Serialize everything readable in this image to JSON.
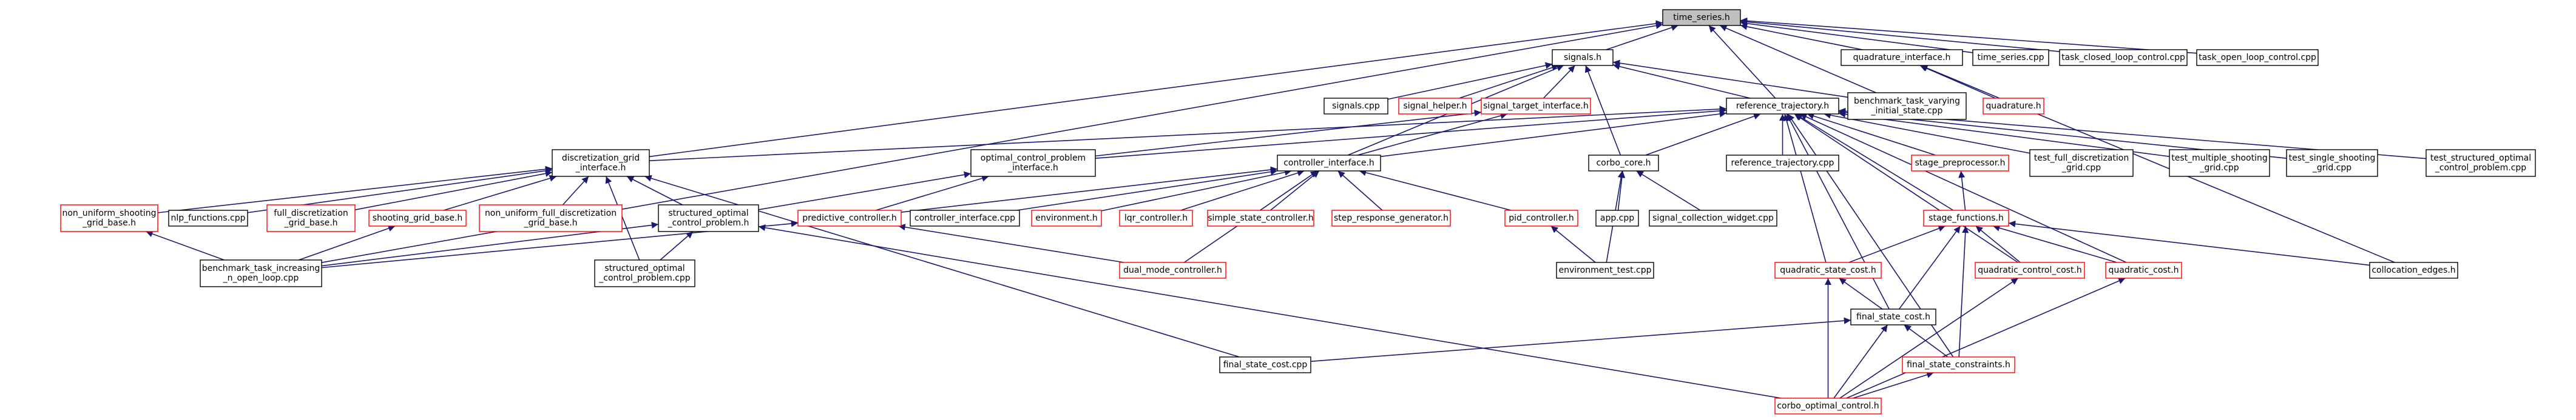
{
  "diagram": {
    "title": "",
    "nodes": [
      {
        "id": "time_series_h",
        "label": [
          "time_series.h"
        ],
        "style": "root"
      },
      {
        "id": "signals_h",
        "label": [
          "signals.h"
        ],
        "style": "normal"
      },
      {
        "id": "quadrature_interface_h",
        "label": [
          "quadrature_interface.h"
        ],
        "style": "normal"
      },
      {
        "id": "time_series_cpp",
        "label": [
          "time_series.cpp"
        ],
        "style": "normal"
      },
      {
        "id": "task_closed_loop_control_cpp",
        "label": [
          "task_closed_loop_control.cpp"
        ],
        "style": "normal"
      },
      {
        "id": "task_open_loop_control_cpp",
        "label": [
          "task_open_loop_control.cpp"
        ],
        "style": "normal"
      },
      {
        "id": "signals_cpp",
        "label": [
          "signals.cpp"
        ],
        "style": "normal"
      },
      {
        "id": "signal_helper_h",
        "label": [
          "signal_helper.h"
        ],
        "style": "missing"
      },
      {
        "id": "signal_target_interface_h",
        "label": [
          "signal_target_interface.h"
        ],
        "style": "missing"
      },
      {
        "id": "reference_trajectory_h",
        "label": [
          "reference_trajectory.h"
        ],
        "style": "normal"
      },
      {
        "id": "benchmark_task_varying_initial_state_cpp",
        "label": [
          "benchmark_task_varying",
          "_initial_state.cpp"
        ],
        "style": "normal"
      },
      {
        "id": "quadrature_h",
        "label": [
          "quadrature.h"
        ],
        "style": "missing"
      },
      {
        "id": "discretization_grid_interface_h",
        "label": [
          "discretization_grid",
          "_interface.h"
        ],
        "style": "normal"
      },
      {
        "id": "optimal_control_problem_interface_h",
        "label": [
          "optimal_control_problem",
          "_interface.h"
        ],
        "style": "normal"
      },
      {
        "id": "controller_interface_h",
        "label": [
          "controller_interface.h"
        ],
        "style": "normal"
      },
      {
        "id": "corbo_core_h",
        "label": [
          "corbo_core.h"
        ],
        "style": "normal"
      },
      {
        "id": "reference_trajectory_cpp",
        "label": [
          "reference_trajectory.cpp"
        ],
        "style": "normal"
      },
      {
        "id": "stage_preprocessor_h",
        "label": [
          "stage_preprocessor.h"
        ],
        "style": "missing"
      },
      {
        "id": "test_full_discretization_grid_cpp",
        "label": [
          "test_full_discretization",
          "_grid.cpp"
        ],
        "style": "normal"
      },
      {
        "id": "test_multiple_shooting_grid_cpp",
        "label": [
          "test_multiple_shooting",
          "_grid.cpp"
        ],
        "style": "normal"
      },
      {
        "id": "test_single_shooting_grid_cpp",
        "label": [
          "test_single_shooting",
          "_grid.cpp"
        ],
        "style": "normal"
      },
      {
        "id": "test_structured_optimal_control_problem_cpp",
        "label": [
          "test_structured_optimal",
          "_control_problem.cpp"
        ],
        "style": "normal"
      },
      {
        "id": "non_uniform_shooting_grid_base_h",
        "label": [
          "non_uniform_shooting",
          "_grid_base.h"
        ],
        "style": "missing"
      },
      {
        "id": "nlp_functions_cpp",
        "label": [
          "nlp_functions.cpp"
        ],
        "style": "normal"
      },
      {
        "id": "full_discretization_grid_base_h",
        "label": [
          "full_discretization",
          "_grid_base.h"
        ],
        "style": "missing"
      },
      {
        "id": "shooting_grid_base_h",
        "label": [
          "shooting_grid_base.h"
        ],
        "style": "missing"
      },
      {
        "id": "non_uniform_full_discretization_grid_base_h",
        "label": [
          "non_uniform_full_discretization",
          "_grid_base.h"
        ],
        "style": "missing"
      },
      {
        "id": "structured_optimal_control_problem_h",
        "label": [
          "structured_optimal",
          "_control_problem.h"
        ],
        "style": "normal"
      },
      {
        "id": "predictive_controller_h",
        "label": [
          "predictive_controller.h"
        ],
        "style": "missing"
      },
      {
        "id": "controller_interface_cpp",
        "label": [
          "controller_interface.cpp"
        ],
        "style": "normal"
      },
      {
        "id": "environment_h",
        "label": [
          "environment.h"
        ],
        "style": "missing"
      },
      {
        "id": "lqr_controller_h",
        "label": [
          "lqr_controller.h"
        ],
        "style": "missing"
      },
      {
        "id": "simple_state_controller_h",
        "label": [
          "simple_state_controller.h"
        ],
        "style": "missing"
      },
      {
        "id": "step_response_generator_h",
        "label": [
          "step_response_generator.h"
        ],
        "style": "missing"
      },
      {
        "id": "pid_controller_h",
        "label": [
          "pid_controller.h"
        ],
        "style": "missing"
      },
      {
        "id": "app_cpp",
        "label": [
          "app.cpp"
        ],
        "style": "normal"
      },
      {
        "id": "signal_collection_widget_cpp",
        "label": [
          "signal_collection_widget.cpp"
        ],
        "style": "normal"
      },
      {
        "id": "stage_functions_h",
        "label": [
          "stage_functions.h"
        ],
        "style": "missing"
      },
      {
        "id": "benchmark_task_increasing_n_open_loop_cpp",
        "label": [
          "benchmark_task_increasing",
          "_n_open_loop.cpp"
        ],
        "style": "normal"
      },
      {
        "id": "structured_optimal_control_problem_cpp",
        "label": [
          "structured_optimal",
          "_control_problem.cpp"
        ],
        "style": "normal"
      },
      {
        "id": "dual_mode_controller_h",
        "label": [
          "dual_mode_controller.h"
        ],
        "style": "missing"
      },
      {
        "id": "environment_test_cpp",
        "label": [
          "environment_test.cpp"
        ],
        "style": "normal"
      },
      {
        "id": "quadratic_state_cost_h",
        "label": [
          "quadratic_state_cost.h"
        ],
        "style": "missing"
      },
      {
        "id": "quadratic_control_cost_h",
        "label": [
          "quadratic_control_cost.h"
        ],
        "style": "missing"
      },
      {
        "id": "quadratic_cost_h",
        "label": [
          "quadratic_cost.h"
        ],
        "style": "missing"
      },
      {
        "id": "collocation_edges_h",
        "label": [
          "collocation_edges.h"
        ],
        "style": "normal"
      },
      {
        "id": "final_state_cost_h",
        "label": [
          "final_state_cost.h"
        ],
        "style": "normal"
      },
      {
        "id": "final_state_cost_cpp",
        "label": [
          "final_state_cost.cpp"
        ],
        "style": "normal"
      },
      {
        "id": "final_state_constraints_h",
        "label": [
          "final_state_constraints.h"
        ],
        "style": "missing"
      },
      {
        "id": "corbo_optimal_control_h",
        "label": [
          "corbo_optimal_control.h"
        ],
        "style": "missing"
      }
    ],
    "edges": [
      [
        "time_series_h",
        "signals_h"
      ],
      [
        "time_series_h",
        "quadrature_interface_h"
      ],
      [
        "time_series_h",
        "time_series_cpp"
      ],
      [
        "time_series_h",
        "task_closed_loop_control_cpp"
      ],
      [
        "time_series_h",
        "task_open_loop_control_cpp"
      ],
      [
        "time_series_h",
        "reference_trajectory_h"
      ],
      [
        "time_series_h",
        "benchmark_task_varying_initial_state_cpp"
      ],
      [
        "time_series_h",
        "discretization_grid_interface_h"
      ],
      [
        "time_series_h",
        "benchmark_task_increasing_n_open_loop_cpp"
      ],
      [
        "signals_h",
        "signals_cpp"
      ],
      [
        "signals_h",
        "signal_helper_h"
      ],
      [
        "signals_h",
        "signal_target_interface_h"
      ],
      [
        "signals_h",
        "reference_trajectory_h"
      ],
      [
        "signals_h",
        "benchmark_task_varying_initial_state_cpp"
      ],
      [
        "signals_h",
        "corbo_core_h"
      ],
      [
        "signals_h",
        "controller_interface_h"
      ],
      [
        "quadrature_interface_h",
        "quadrature_h"
      ],
      [
        "quadrature_interface_h",
        "collocation_edges_h"
      ],
      [
        "signal_target_interface_h",
        "optimal_control_problem_interface_h"
      ],
      [
        "signal_target_interface_h",
        "controller_interface_h"
      ],
      [
        "reference_trajectory_h",
        "reference_trajectory_cpp"
      ],
      [
        "reference_trajectory_h",
        "stage_preprocessor_h"
      ],
      [
        "reference_trajectory_h",
        "test_full_discretization_grid_cpp"
      ],
      [
        "reference_trajectory_h",
        "test_multiple_shooting_grid_cpp"
      ],
      [
        "reference_trajectory_h",
        "test_single_shooting_grid_cpp"
      ],
      [
        "reference_trajectory_h",
        "test_structured_optimal_control_problem_cpp"
      ],
      [
        "reference_trajectory_h",
        "discretization_grid_interface_h"
      ],
      [
        "reference_trajectory_h",
        "optimal_control_problem_interface_h"
      ],
      [
        "reference_trajectory_h",
        "controller_interface_h"
      ],
      [
        "reference_trajectory_h",
        "corbo_core_h"
      ],
      [
        "reference_trajectory_h",
        "stage_functions_h"
      ],
      [
        "reference_trajectory_h",
        "quadratic_state_cost_h"
      ],
      [
        "reference_trajectory_h",
        "quadratic_control_cost_h"
      ],
      [
        "reference_trajectory_h",
        "quadratic_cost_h"
      ],
      [
        "reference_trajectory_h",
        "final_state_cost_h"
      ],
      [
        "reference_trajectory_h",
        "final_state_constraints_h"
      ],
      [
        "discretization_grid_interface_h",
        "non_uniform_shooting_grid_base_h"
      ],
      [
        "discretization_grid_interface_h",
        "nlp_functions_cpp"
      ],
      [
        "discretization_grid_interface_h",
        "full_discretization_grid_base_h"
      ],
      [
        "discretization_grid_interface_h",
        "shooting_grid_base_h"
      ],
      [
        "discretization_grid_interface_h",
        "non_uniform_full_discretization_grid_base_h"
      ],
      [
        "discretization_grid_interface_h",
        "structured_optimal_control_problem_h"
      ],
      [
        "discretization_grid_interface_h",
        "structured_optimal_control_problem_cpp"
      ],
      [
        "discretization_grid_interface_h",
        "final_state_cost_cpp"
      ],
      [
        "optimal_control_problem_interface_h",
        "structured_optimal_control_problem_h"
      ],
      [
        "optimal_control_problem_interface_h",
        "predictive_controller_h"
      ],
      [
        "controller_interface_h",
        "controller_interface_cpp"
      ],
      [
        "controller_interface_h",
        "environment_h"
      ],
      [
        "controller_interface_h",
        "lqr_controller_h"
      ],
      [
        "controller_interface_h",
        "simple_state_controller_h"
      ],
      [
        "controller_interface_h",
        "step_response_generator_h"
      ],
      [
        "controller_interface_h",
        "pid_controller_h"
      ],
      [
        "controller_interface_h",
        "predictive_controller_h"
      ],
      [
        "controller_interface_h",
        "dual_mode_controller_h"
      ],
      [
        "corbo_core_h",
        "app_cpp"
      ],
      [
        "corbo_core_h",
        "signal_collection_widget_cpp"
      ],
      [
        "corbo_core_h",
        "environment_test_cpp"
      ],
      [
        "stage_preprocessor_h",
        "stage_functions_h"
      ],
      [
        "non_uniform_shooting_grid_base_h",
        "benchmark_task_increasing_n_open_loop_cpp"
      ],
      [
        "shooting_grid_base_h",
        "benchmark_task_increasing_n_open_loop_cpp"
      ],
      [
        "structured_optimal_control_problem_h",
        "structured_optimal_control_problem_cpp"
      ],
      [
        "structured_optimal_control_problem_h",
        "benchmark_task_increasing_n_open_loop_cpp"
      ],
      [
        "structured_optimal_control_problem_h",
        "corbo_optimal_control_h"
      ],
      [
        "predictive_controller_h",
        "dual_mode_controller_h"
      ],
      [
        "predictive_controller_h",
        "benchmark_task_increasing_n_open_loop_cpp"
      ],
      [
        "pid_controller_h",
        "environment_test_cpp"
      ],
      [
        "stage_functions_h",
        "quadratic_state_cost_h"
      ],
      [
        "stage_functions_h",
        "quadratic_control_cost_h"
      ],
      [
        "stage_functions_h",
        "quadratic_cost_h"
      ],
      [
        "stage_functions_h",
        "collocation_edges_h"
      ],
      [
        "stage_functions_h",
        "final_state_cost_h"
      ],
      [
        "stage_functions_h",
        "final_state_constraints_h"
      ],
      [
        "quadratic_state_cost_h",
        "final_state_cost_h"
      ],
      [
        "quadratic_state_cost_h",
        "corbo_optimal_control_h"
      ],
      [
        "quadratic_control_cost_h",
        "corbo_optimal_control_h"
      ],
      [
        "quadratic_cost_h",
        "corbo_optimal_control_h"
      ],
      [
        "final_state_cost_h",
        "final_state_cost_cpp"
      ],
      [
        "final_state_cost_h",
        "final_state_constraints_h"
      ],
      [
        "final_state_cost_h",
        "corbo_optimal_control_h"
      ],
      [
        "final_state_constraints_h",
        "corbo_optimal_control_h"
      ]
    ]
  },
  "colors": {
    "edge": "#191970",
    "node_border": "#000000",
    "missing_border": "#ff0000",
    "root_fill": "#bfbfbf",
    "node_fill": "#ffffff"
  }
}
